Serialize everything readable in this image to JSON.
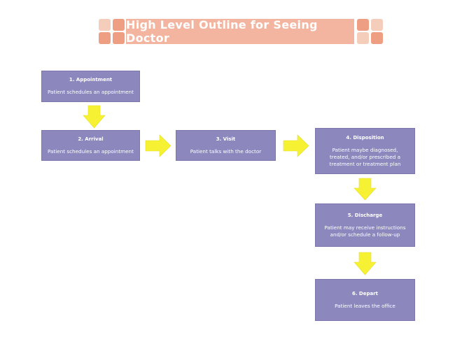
{
  "title": "High Level Outline for Seeing Doctor",
  "colors": {
    "box_fill": "#8c88bd",
    "arrow_fill": "#f6f233",
    "title_fill": "#f4b5a0",
    "square_light": "#f5cdbb",
    "square_dark": "#ee9e83"
  },
  "steps": [
    {
      "title": "1. Appointment",
      "description": "Patient schedules an appointment"
    },
    {
      "title": "2. Arrival",
      "description": "Patient schedules an appointment"
    },
    {
      "title": "3. Visit",
      "description": "Patient talks with the doctor"
    },
    {
      "title": "4. Disposition",
      "description": "Patient maybe diagnosed, treated, and/or prescribed a treatment or treatment plan"
    },
    {
      "title": "5. Discharge",
      "description": "Patient may receive instructions and/or schedule a follow-up"
    },
    {
      "title": "6. Depart",
      "description": "Patient leaves the office"
    }
  ]
}
